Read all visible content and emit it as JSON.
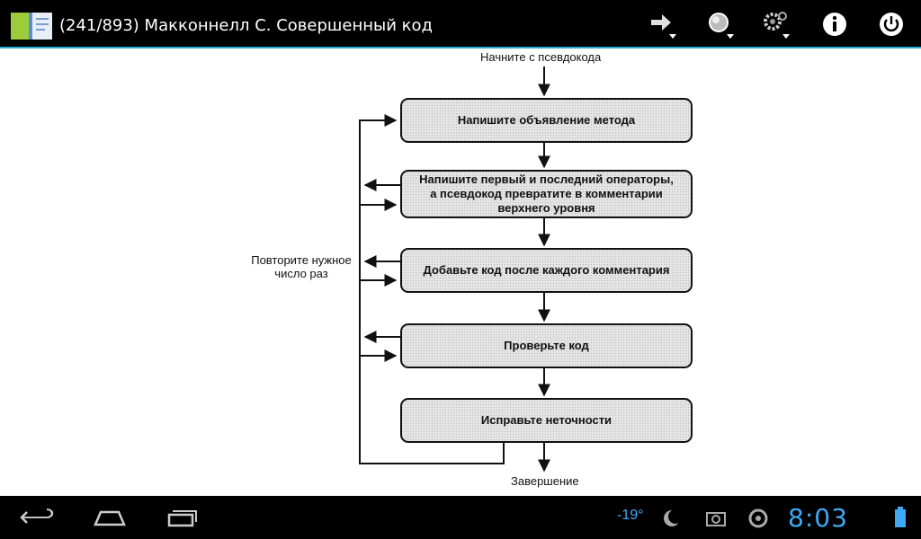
{
  "header": {
    "title": "(241/893) Макконнелл С. Совершенный код"
  },
  "toolbar": {
    "icons": [
      "goto-arrow-icon",
      "search-icon",
      "settings-gear-icon",
      "info-icon",
      "power-icon"
    ]
  },
  "flowchart": {
    "start_label": "Начните с псевдокода",
    "end_label": "Завершение",
    "repeat_label_line1": "Повторите нужное",
    "repeat_label_line2": "число раз",
    "steps": [
      {
        "text": "Напишите объявление метода"
      },
      {
        "line1": "Напишите первый и последний операторы,",
        "line2": "а псевдокод превратите в комментарии",
        "line3": "верхнего уровня"
      },
      {
        "text": "Добавьте код после каждого комментария"
      },
      {
        "text": "Проверьте код"
      },
      {
        "text": "Исправьте неточности"
      }
    ]
  },
  "statusbar": {
    "clock": "8:03",
    "temperature_icon_text": "-19°",
    "accent_color": "#3fa9f5"
  }
}
